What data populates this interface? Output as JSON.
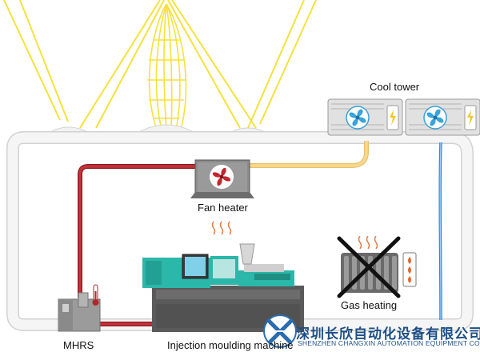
{
  "labels": {
    "cool_tower": "Cool tower",
    "fan_heater": "Fan heater",
    "gas_heating": "Gas heating",
    "mhrs": "MHRS",
    "injection_moulding": "Injection moulding machine"
  },
  "watermark": {
    "company_cn": "深圳长欣自动化设备有限公司",
    "company_en": "SHENZHEN CHANGXIN AUTOMATION EQUIPMENT CO., LTD"
  },
  "colors": {
    "duct": "#f2f2f2",
    "duct_edge": "#c9c9c9",
    "hot_pipe": "#b3262c",
    "warm_pipe": "#f4cc76",
    "cold_pipe": "#2f86d9",
    "light_rays": "#f5e23a",
    "machine_teal": "#2bb7a9",
    "machine_dark": "#5e5e5e",
    "fan_blue": "#39a3db",
    "fan_red": "#c1272d",
    "flame": "#e8662c"
  }
}
